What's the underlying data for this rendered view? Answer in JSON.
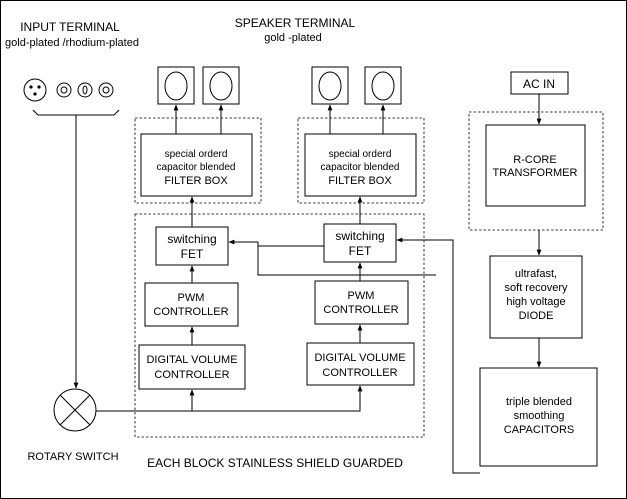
{
  "input_terminal": {
    "title": "INPUT TERMINAL",
    "subtitle": "gold-plated /rhodium-plated"
  },
  "speaker_terminal": {
    "title": "SPEAKER  TERMINAL",
    "subtitle": "gold -plated"
  },
  "ac_in": "AC IN",
  "left_channel": {
    "filter_box": {
      "line1": "special orderd",
      "line2": "capacitor blended",
      "line3": "FILTER BOX"
    },
    "switching_fet": {
      "line1": "switching",
      "line2": "FET"
    },
    "pwm_controller": {
      "line1": "PWM",
      "line2": "CONTROLLER"
    },
    "digital_volume": {
      "line1": "DIGITAL VOLUME",
      "line2": "CONTROLLER"
    }
  },
  "right_channel": {
    "filter_box": {
      "line1": "special orderd",
      "line2": "capacitor blended",
      "line3": "FILTER BOX"
    },
    "switching_fet": {
      "line1": "switching",
      "line2": "FET"
    },
    "pwm_controller": {
      "line1": "PWM",
      "line2": "CONTROLLER"
    },
    "digital_volume": {
      "line1": "DIGITAL VOLUME",
      "line2": "CONTROLLER"
    }
  },
  "power_supply": {
    "transformer": {
      "line1": "R-CORE",
      "line2": "TRANSFORMER"
    },
    "diode": {
      "line1": "ultrafast,",
      "line2": "soft recovery",
      "line3": "high voltage",
      "line4": "DIODE"
    },
    "capacitors": {
      "line1": "triple blended",
      "line2": "smoothing",
      "line3": "CAPACITORS"
    }
  },
  "rotary_switch": "ROTARY SWITCH",
  "shield_note": "EACH BLOCK  STAINLESS SHIELD  GUARDED"
}
